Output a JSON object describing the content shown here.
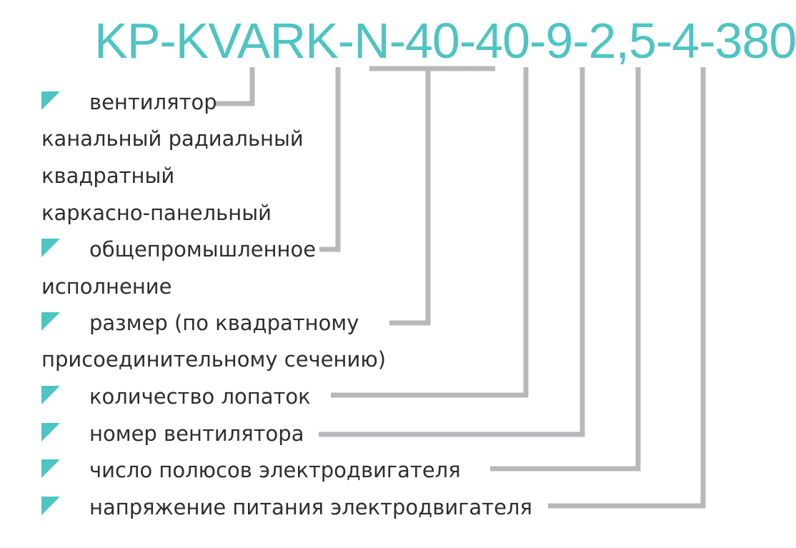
{
  "code": "KP-KVARK-N-40-40-9-2,5-4-380",
  "items": [
    {
      "text": "вентилятор",
      "bullet": true
    },
    {
      "text": "канальный радиальный",
      "bullet": false
    },
    {
      "text": "квадратный",
      "bullet": false
    },
    {
      "text": "каркасно-панельный",
      "bullet": false
    },
    {
      "text": "общепромышленное",
      "bullet": true
    },
    {
      "text": "исполнение",
      "bullet": false
    },
    {
      "text": "размер (по квадратному",
      "bullet": true
    },
    {
      "text": "присоединительному сечению)",
      "bullet": false
    },
    {
      "text": "количество лопаток",
      "bullet": true
    },
    {
      "text": "номер вентилятора",
      "bullet": true
    },
    {
      "text": "число полюсов электродвигателя",
      "bullet": true
    },
    {
      "text": "напряжение питания электродвигателя",
      "bullet": true
    }
  ],
  "colors": {
    "accent": "#4ec4c3",
    "connector": "#b8b8ba",
    "text": "#2e2e2e"
  }
}
